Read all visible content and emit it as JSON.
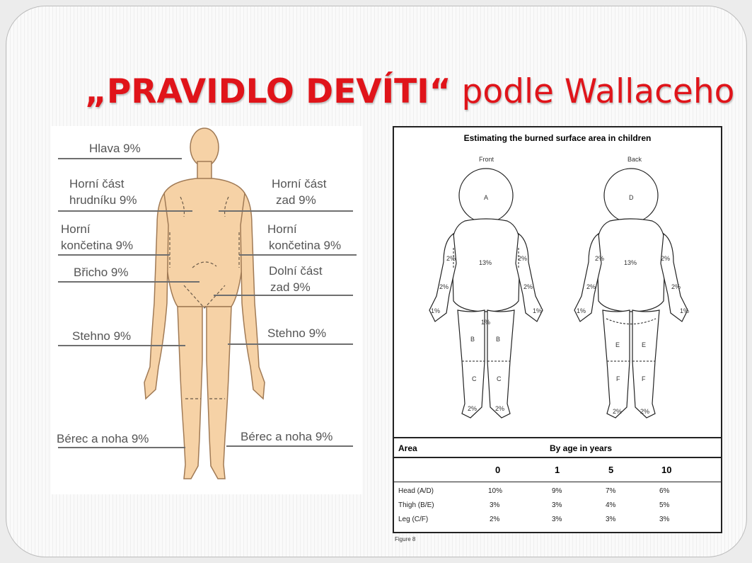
{
  "title": {
    "bold": "„PRAVIDLO DEVÍTI“",
    "rest": " podle Wallaceho"
  },
  "left_labels": {
    "hlava": "Hlava 9%",
    "horni_hrudnik_1": "Horní část",
    "horni_hrudnik_2": "hrudníku 9%",
    "horni_zad_1": "Horní část",
    "horni_zad_2": "zad 9%",
    "horni_konc_l1": "Horní",
    "horni_konc_l2": "končetina 9%",
    "horni_konc_r1": "Horní",
    "horni_konc_r2": "končetina 9%",
    "bricho": "Břicho 9%",
    "dolni_zad_1": "Dolní část",
    "dolni_zad_2": "zad 9%",
    "stehno_l": "Stehno 9%",
    "stehno_r": "Stehno 9%",
    "berec_l": "Bérec a noha 9%",
    "berec_r": "Bérec a noha 9%"
  },
  "figure": {
    "title": "Estimating the burned surface area in children",
    "front": "Front",
    "back": "Back",
    "front_labels": {
      "head": "A",
      "torso": "13%",
      "arm_upper": "2%",
      "arm_lower": "2%",
      "hand": "1%",
      "groin": "1%",
      "thigh": "B",
      "leg": "C",
      "foot": "2%"
    },
    "back_labels": {
      "head": "D",
      "torso": "13%",
      "arm_upper": "2%",
      "arm_lower": "2%",
      "hand": "1%",
      "thigh": "E",
      "leg": "F",
      "foot": "2%"
    },
    "caption": "Figure 8"
  },
  "table": {
    "area_header": "Area",
    "age_header": "By age in years",
    "columns": [
      "0",
      "1",
      "5",
      "10"
    ],
    "rows": [
      {
        "area": "Head (A/D)",
        "values": [
          "10%",
          "9%",
          "7%",
          "6%"
        ]
      },
      {
        "area": "Thigh (B/E)",
        "values": [
          "3%",
          "3%",
          "4%",
          "5%"
        ]
      },
      {
        "area": "Leg (C/F)",
        "values": [
          "2%",
          "3%",
          "3%",
          "3%"
        ]
      }
    ]
  },
  "colors": {
    "title": "#e0141a",
    "skin": "#f6d2a6",
    "skin_stroke": "#a07a55"
  }
}
